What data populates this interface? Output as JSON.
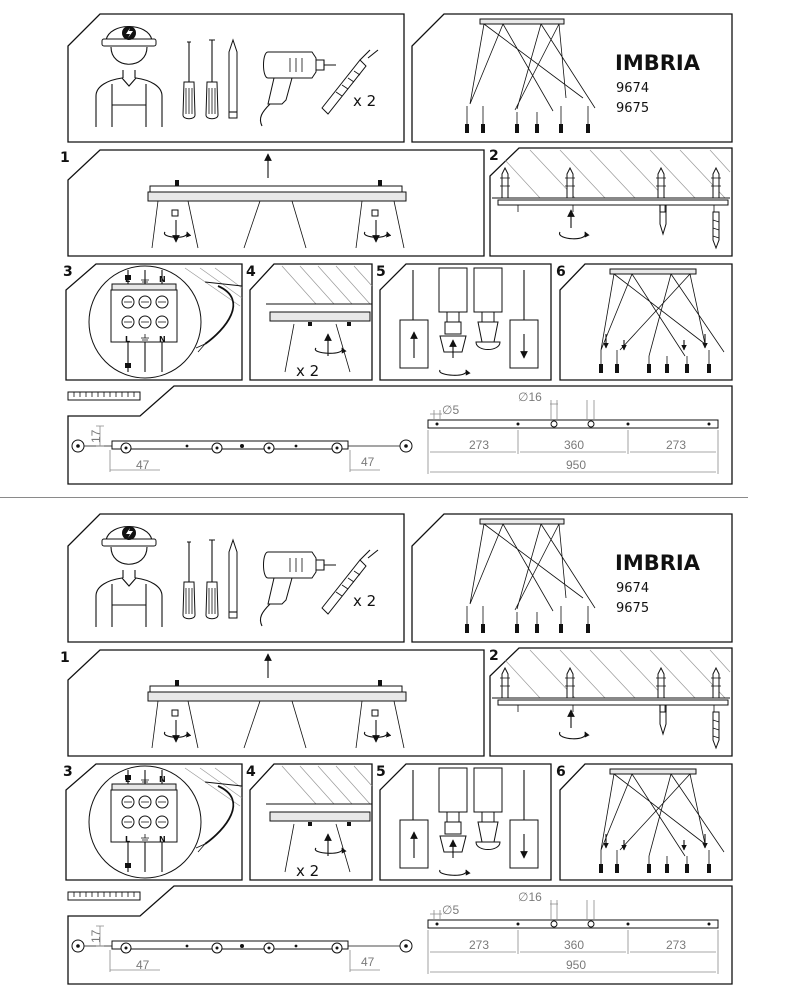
{
  "header": {
    "product_name": "IMBRIA",
    "codes": [
      "9674",
      "9675"
    ],
    "dowel_quantity": "x 2"
  },
  "steps": {
    "s1": "1",
    "s2": "2",
    "s3": "3",
    "s4": "4",
    "s5": "5",
    "s6": "6"
  },
  "terminal_labels": {
    "live": "L",
    "neutral": "N"
  },
  "step4": {
    "quantity": "x 2"
  },
  "dimensions": {
    "height": "17",
    "side_offset": "47",
    "hole_small": "∅5",
    "hole_large": "∅16",
    "segment_left": "273",
    "segment_middle": "360",
    "segment_right": "273",
    "total_length": "950"
  },
  "icons": {
    "installer": "electrician-icon",
    "tools": "screwdriver-icon",
    "drill": "drill-icon",
    "dowel": "wall-plug-icon",
    "ruler": "ruler-icon"
  }
}
